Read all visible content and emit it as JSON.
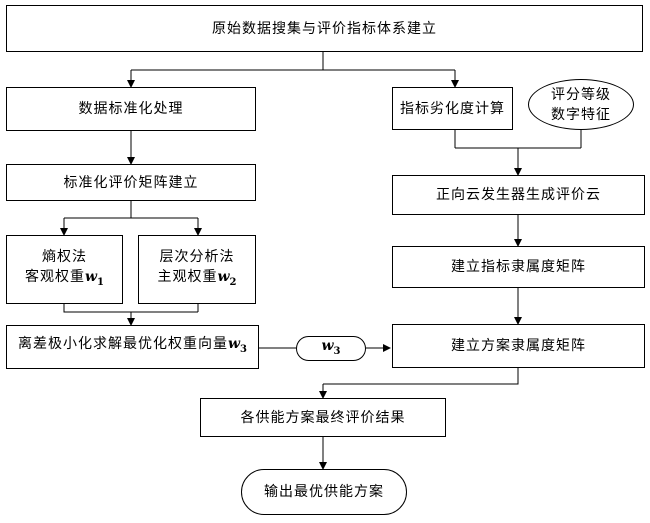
{
  "nodes": {
    "top": "原始数据搜集与评价指标体系建立",
    "normalize": "数据标准化处理",
    "matrix": "标准化评价矩阵建立",
    "entropy_line1": "熵权法",
    "entropy_line2": "客观权重",
    "ahp_line1": "层次分析法",
    "ahp_line2": "主观权重",
    "optimize": "离差极小化求解最优化权重向量",
    "degradation": "指标劣化度计算",
    "grade_line1": "评分等级",
    "grade_line2": "数字特征",
    "cloud_gen": "正向云发生器生成评价云",
    "index_membership": "建立指标隶属度矩阵",
    "scheme_membership": "建立方案隶属度矩阵",
    "final_result": "各供能方案最终评价结果",
    "output": "输出最优供能方案"
  },
  "symbols": {
    "w": "w",
    "sub1": "1",
    "sub2": "2",
    "sub3": "3"
  }
}
